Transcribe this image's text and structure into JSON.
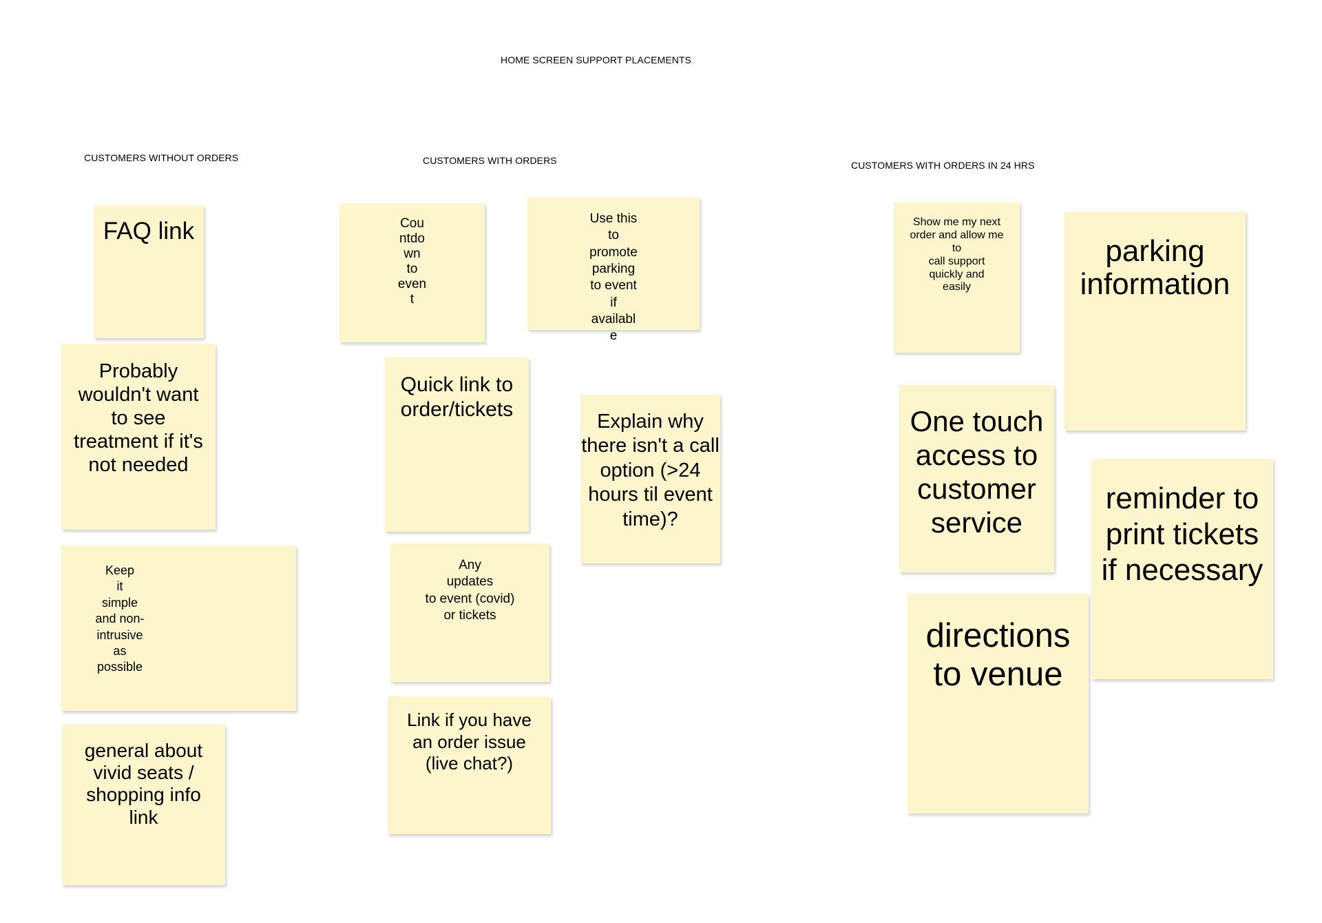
{
  "board": {
    "title": "HOME SCREEN SUPPORT PLACEMENTS",
    "columns": [
      "CUSTOMERS WITHOUT ORDERS",
      "CUSTOMERS WITH ORDERS",
      "CUSTOMERS WITH ORDERS IN 24 HRS"
    ]
  },
  "notes": {
    "no_orders": [
      "FAQ link",
      "Probably wouldn't want to see treatment if it's not needed",
      "Keep\nit\nsimple\nand non-\nintrusive\nas\npossible",
      "general about vivid seats / shopping info link"
    ],
    "with_orders": [
      "Cou\nntdo\nwn\nto\neven\nt",
      "Use this\nto\npromote\nparking\nto event\nif\navailabl\ne",
      "Quick link to order/tickets",
      "Explain why there isn't a call option (>24 hours til event time)?",
      "Any\nupdates\nto event (covid)\nor tickets",
      "Link if you have an order issue (live chat?)"
    ],
    "orders_24h": [
      "Show me my next\norder and allow me\nto\ncall support\nquickly and\neasily",
      "parking information",
      "One touch access to customer service",
      "reminder to print tickets if necessary",
      "directions to venue"
    ]
  },
  "colors": {
    "note_fill": "#fdf5cb",
    "background": "#ffffff"
  }
}
